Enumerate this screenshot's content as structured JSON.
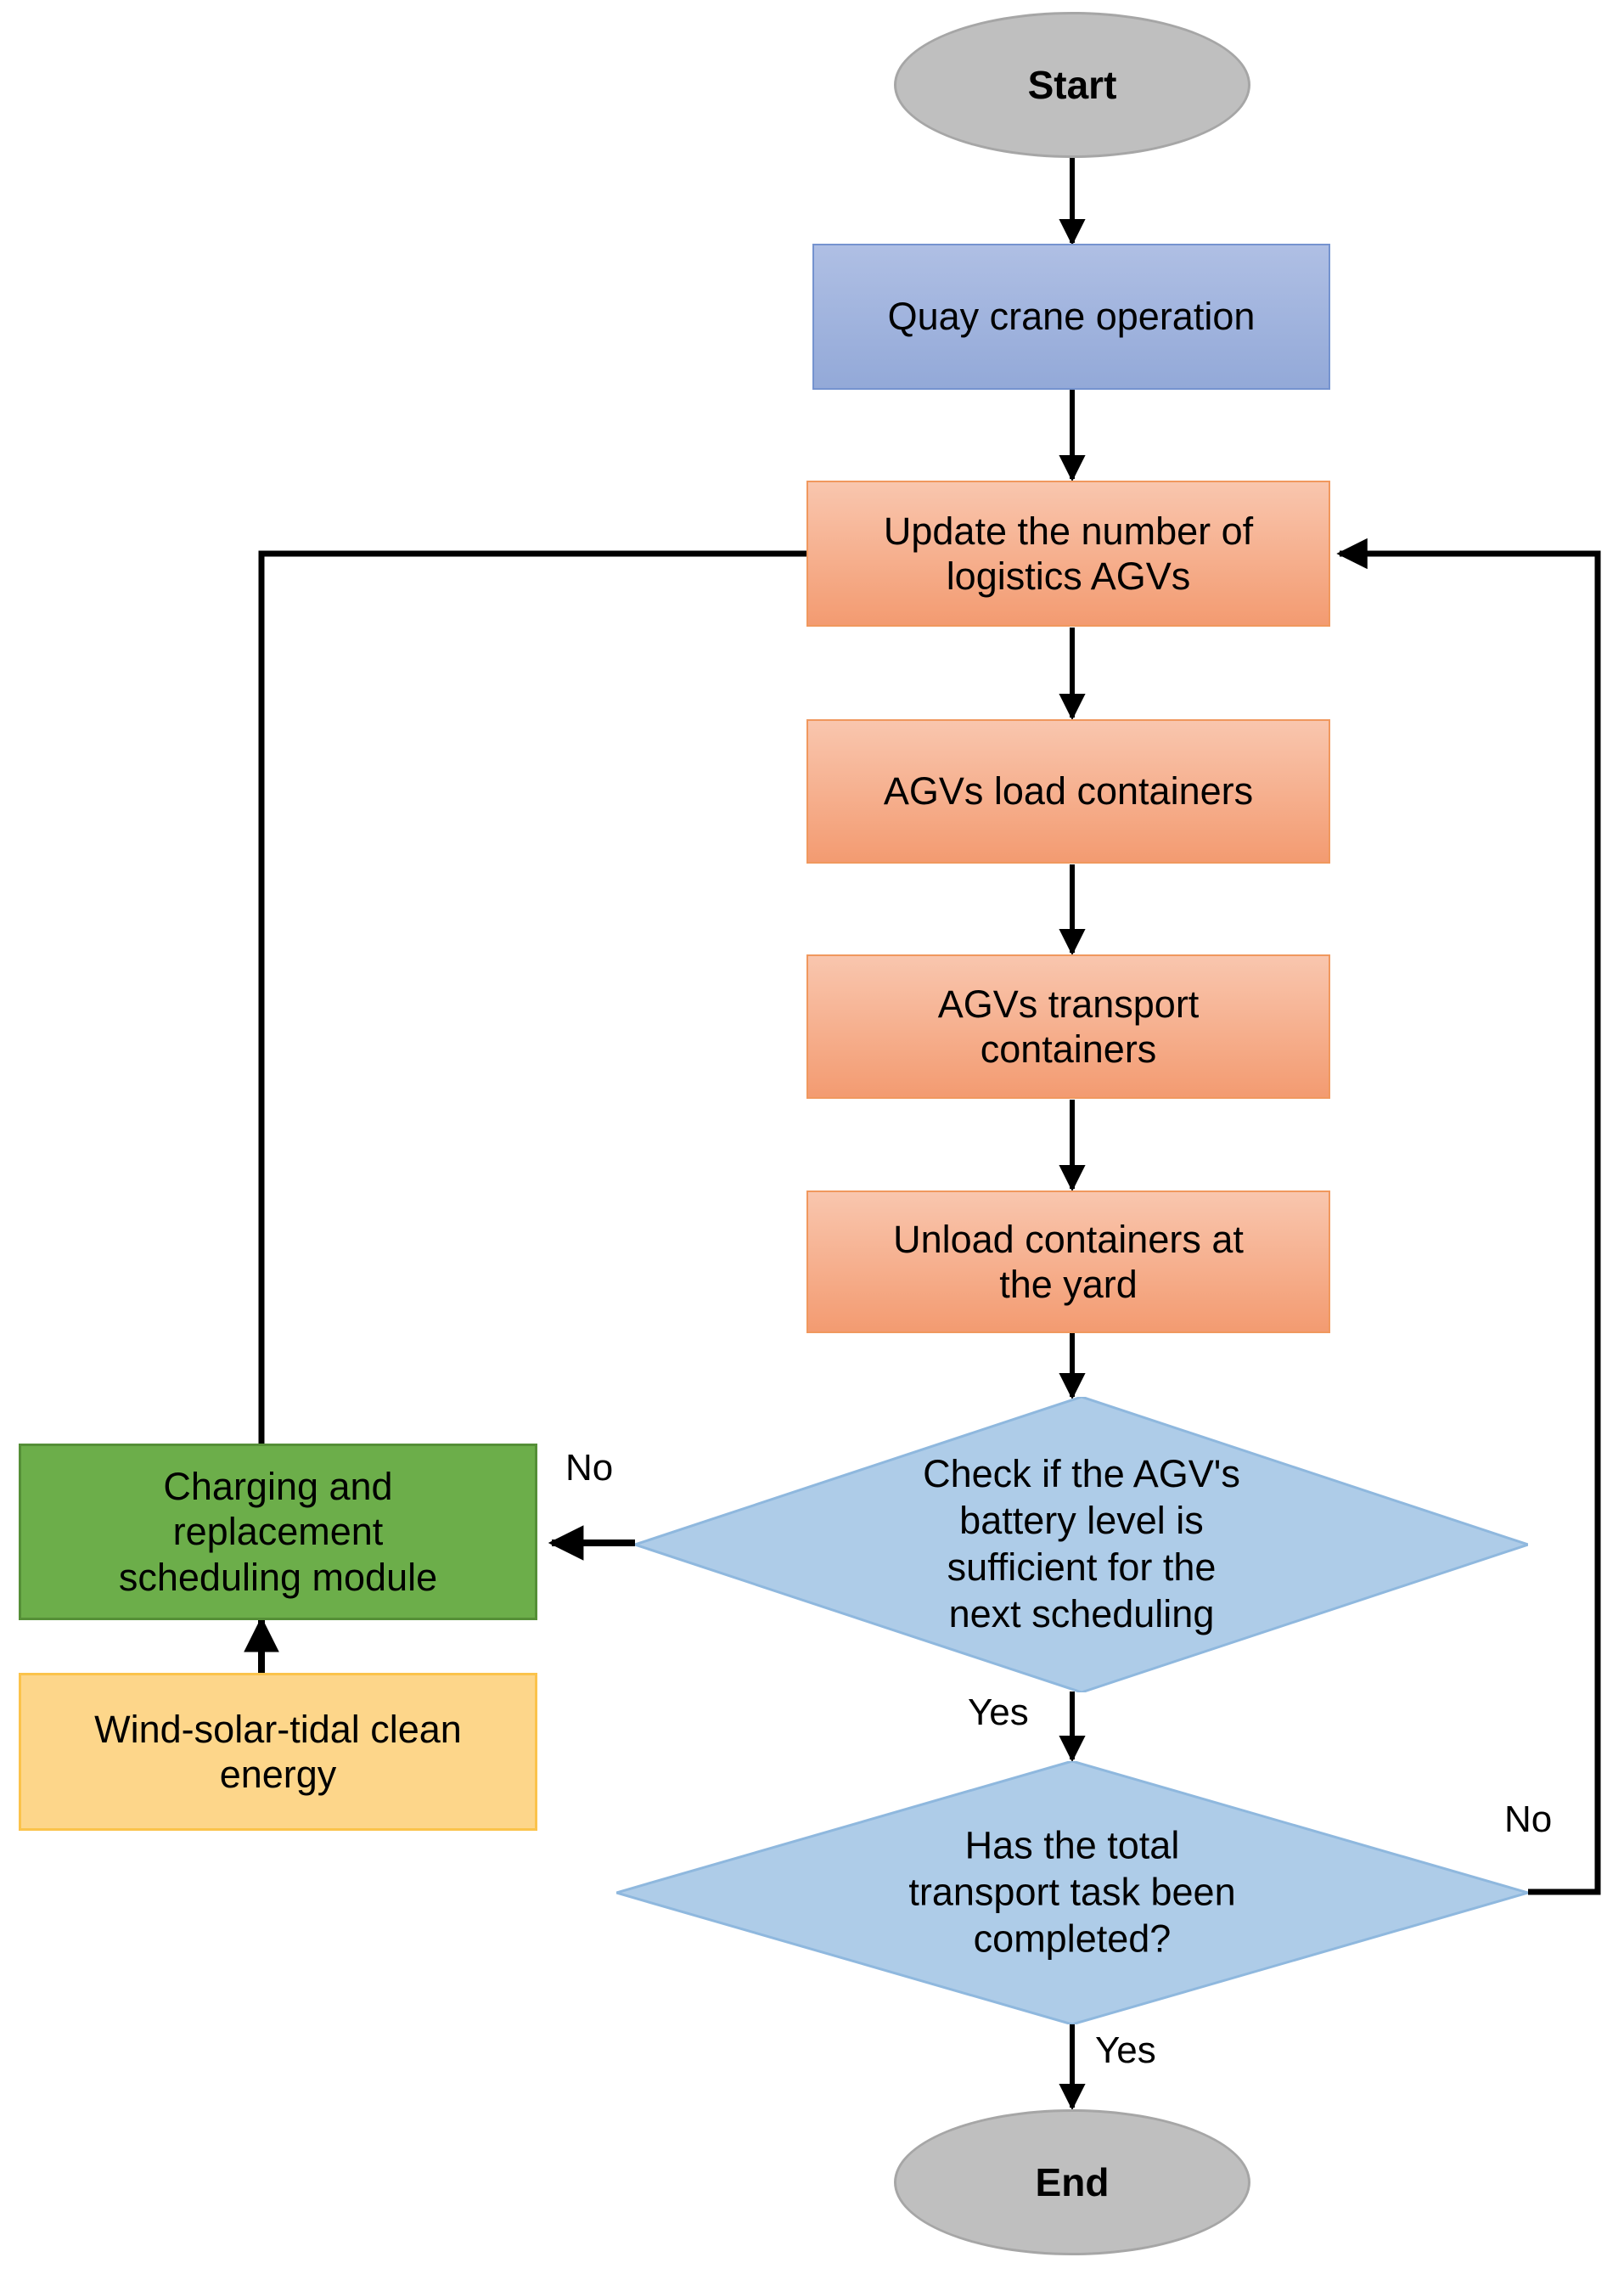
{
  "diagram": {
    "title": "AGV container transport and charging scheduling flowchart",
    "colors": {
      "terminator_fill": "#BFBFBF",
      "terminator_stroke": "#A6A6A6",
      "process_blue_fill": "#A3B5DE",
      "process_orange_fill": "#F6B094",
      "process_green_fill": "#6CAE4A",
      "process_yellow_fill": "#FDD68A",
      "decision_fill": "#AECCE8",
      "decision_stroke": "#8FB8DE",
      "connector": "#000000",
      "background": "#FFFFFF"
    },
    "nodes": [
      {
        "id": "start",
        "type": "terminator",
        "label": "Start"
      },
      {
        "id": "quay",
        "type": "process",
        "label": "Quay crane operation"
      },
      {
        "id": "update",
        "type": "process",
        "label": "Update the number of\nlogistics AGVs"
      },
      {
        "id": "load",
        "type": "process",
        "label": "AGVs load containers"
      },
      {
        "id": "transport",
        "type": "process",
        "label": "AGVs transport\ncontainers"
      },
      {
        "id": "unload",
        "type": "process",
        "label": "Unload containers at\nthe yard"
      },
      {
        "id": "battery",
        "type": "decision",
        "label": "Check if the AGV's\nbattery level is\nsufficient for the\nnext scheduling"
      },
      {
        "id": "charging",
        "type": "process",
        "label": "Charging and\nreplacement\nscheduling module"
      },
      {
        "id": "clean",
        "type": "process",
        "label": "Wind-solar-tidal clean\nenergy"
      },
      {
        "id": "total",
        "type": "decision",
        "label": "Has the total\ntransport task been\ncompleted?"
      },
      {
        "id": "end",
        "type": "terminator",
        "label": "End"
      }
    ],
    "edge_labels": {
      "battery_no": "No",
      "battery_yes": "Yes",
      "total_no": "No",
      "total_yes": "Yes"
    },
    "edges": [
      {
        "from": "start",
        "to": "quay",
        "label": ""
      },
      {
        "from": "quay",
        "to": "update",
        "label": ""
      },
      {
        "from": "update",
        "to": "load",
        "label": ""
      },
      {
        "from": "load",
        "to": "transport",
        "label": ""
      },
      {
        "from": "transport",
        "to": "unload",
        "label": ""
      },
      {
        "from": "unload",
        "to": "battery",
        "label": ""
      },
      {
        "from": "battery",
        "to": "charging",
        "label": "No"
      },
      {
        "from": "battery",
        "to": "total",
        "label": "Yes"
      },
      {
        "from": "charging",
        "to": "update",
        "label": ""
      },
      {
        "from": "clean",
        "to": "charging",
        "label": ""
      },
      {
        "from": "total",
        "to": "update",
        "label": "No"
      },
      {
        "from": "total",
        "to": "end",
        "label": "Yes"
      }
    ]
  }
}
